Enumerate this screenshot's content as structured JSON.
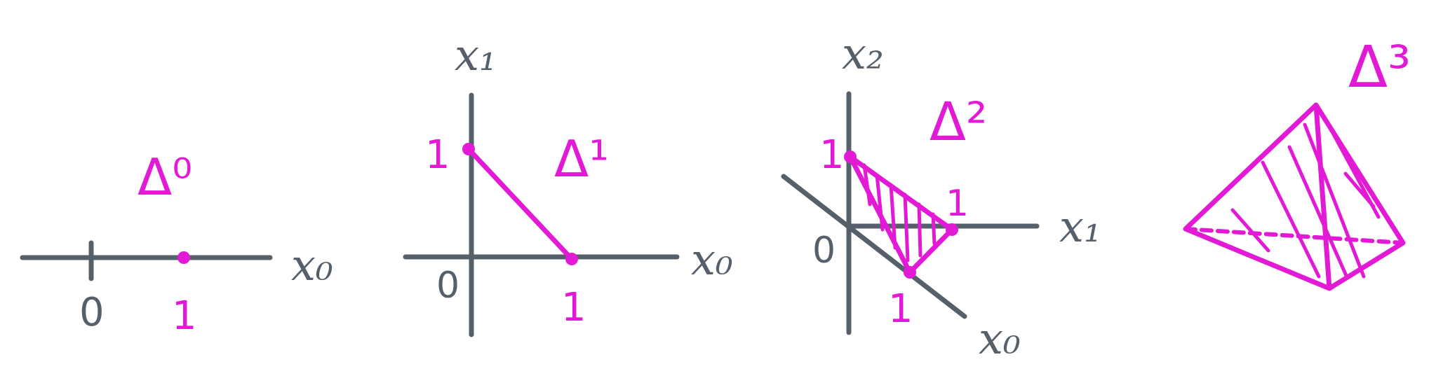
{
  "colors": {
    "axis": "#56606a",
    "simplex": "#e21ad6",
    "background": "#ffffff"
  },
  "panel0": {
    "simplex_label": "Δ⁰",
    "axis_x0": "x₀",
    "tick_zero": "0",
    "tick_one": "1"
  },
  "panel1": {
    "simplex_label": "Δ¹",
    "axis_x0": "x₀",
    "axis_x1": "x₁",
    "origin": "0",
    "tick_one_x0": "1",
    "tick_one_x1": "1"
  },
  "panel2": {
    "simplex_label": "Δ²",
    "axis_x0": "x₀",
    "axis_x1": "x₁",
    "axis_x2": "x₂",
    "origin": "0",
    "tick_one_x0": "1",
    "tick_one_x1": "1",
    "tick_one_x2": "1"
  },
  "panel3": {
    "simplex_label": "Δ³"
  }
}
